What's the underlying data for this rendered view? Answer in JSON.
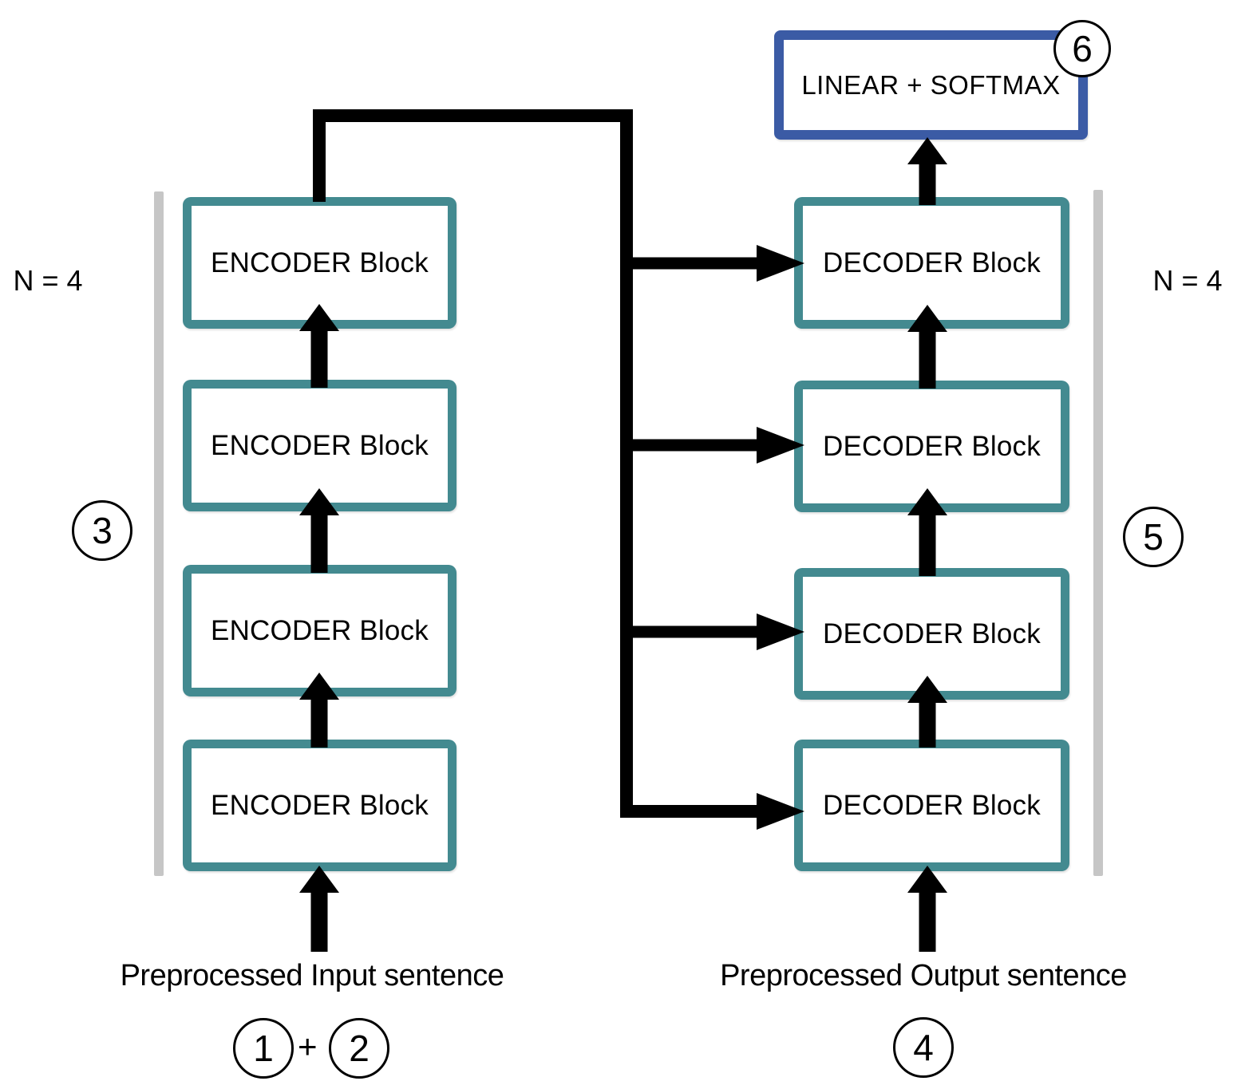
{
  "diagram": {
    "left": {
      "n_label": "N = 4",
      "blocks": [
        "ENCODER Block",
        "ENCODER Block",
        "ENCODER Block",
        "ENCODER Block"
      ],
      "input_label": "Preprocessed Input sentence",
      "step_badges": [
        "1",
        "2"
      ],
      "plus": "+",
      "stack_badge": "3"
    },
    "right": {
      "n_label": "N = 4",
      "blocks": [
        "DECODER Block",
        "DECODER Block",
        "DECODER Block",
        "DECODER Block"
      ],
      "input_label": "Preprocessed Output sentence",
      "step_badge": "4",
      "stack_badge": "5"
    },
    "output_head": {
      "label": "LINEAR + SOFTMAX",
      "badge": "6"
    },
    "colors": {
      "block_border_teal": "#438a90",
      "output_head_border_blue": "#3b5ba5",
      "bracket_gray": "#c6c6c6",
      "connector_black": "#000000"
    }
  }
}
